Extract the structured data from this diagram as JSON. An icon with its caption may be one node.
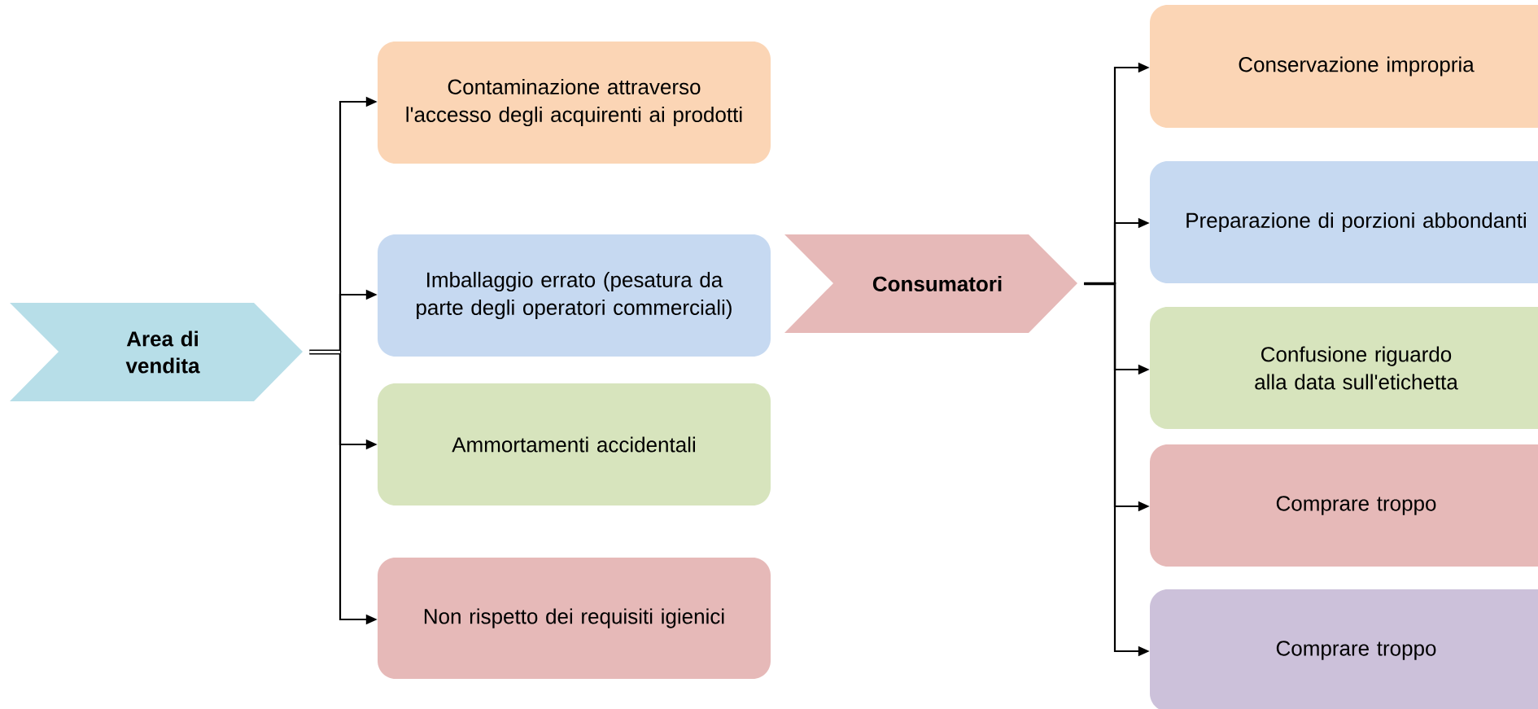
{
  "diagram": {
    "nodes": [
      {
        "text": [
          "Area di vendita"
        ]
      },
      {
        "text": [
          "Contaminazione attraverso l'accesso degli acquirenti ai prodotti"
        ]
      },
      {
        "text": [
          "Imballaggio errato (pesatura da parte degli operatori commerciali)"
        ]
      },
      {
        "text": [
          "Ammortamenti accidentali"
        ]
      },
      {
        "text": [
          "Non rispetto dei requisiti igienici"
        ]
      },
      {
        "text": [
          "Consumatori"
        ]
      },
      {
        "text": [
          "Conservazione impropria"
        ]
      },
      {
        "text": [
          "Preparazione di porzioni abbondanti"
        ]
      },
      {
        "text": [
          "Confusione riguardo alla data sull'etichetta"
        ]
      },
      {
        "text": [
          "Comprare troppo"
        ]
      },
      {
        "text": [
          "Comprare troppo"
        ]
      }
    ],
    "edges": [
      {
        "from": 0,
        "to": 1,
        "arrow": "to"
      },
      {
        "from": 0,
        "to": 2,
        "arrow": "to"
      },
      {
        "from": 0,
        "to": 3,
        "arrow": "to"
      },
      {
        "from": 0,
        "to": 4,
        "arrow": "to"
      },
      {
        "from": 5,
        "to": 6,
        "arrow": "to"
      },
      {
        "from": 5,
        "to": 7,
        "arrow": "to"
      },
      {
        "from": 5,
        "to": 8,
        "arrow": "to"
      },
      {
        "from": 5,
        "to": 9,
        "arrow": "to"
      },
      {
        "from": 5,
        "to": 10,
        "arrow": "to"
      }
    ]
  }
}
